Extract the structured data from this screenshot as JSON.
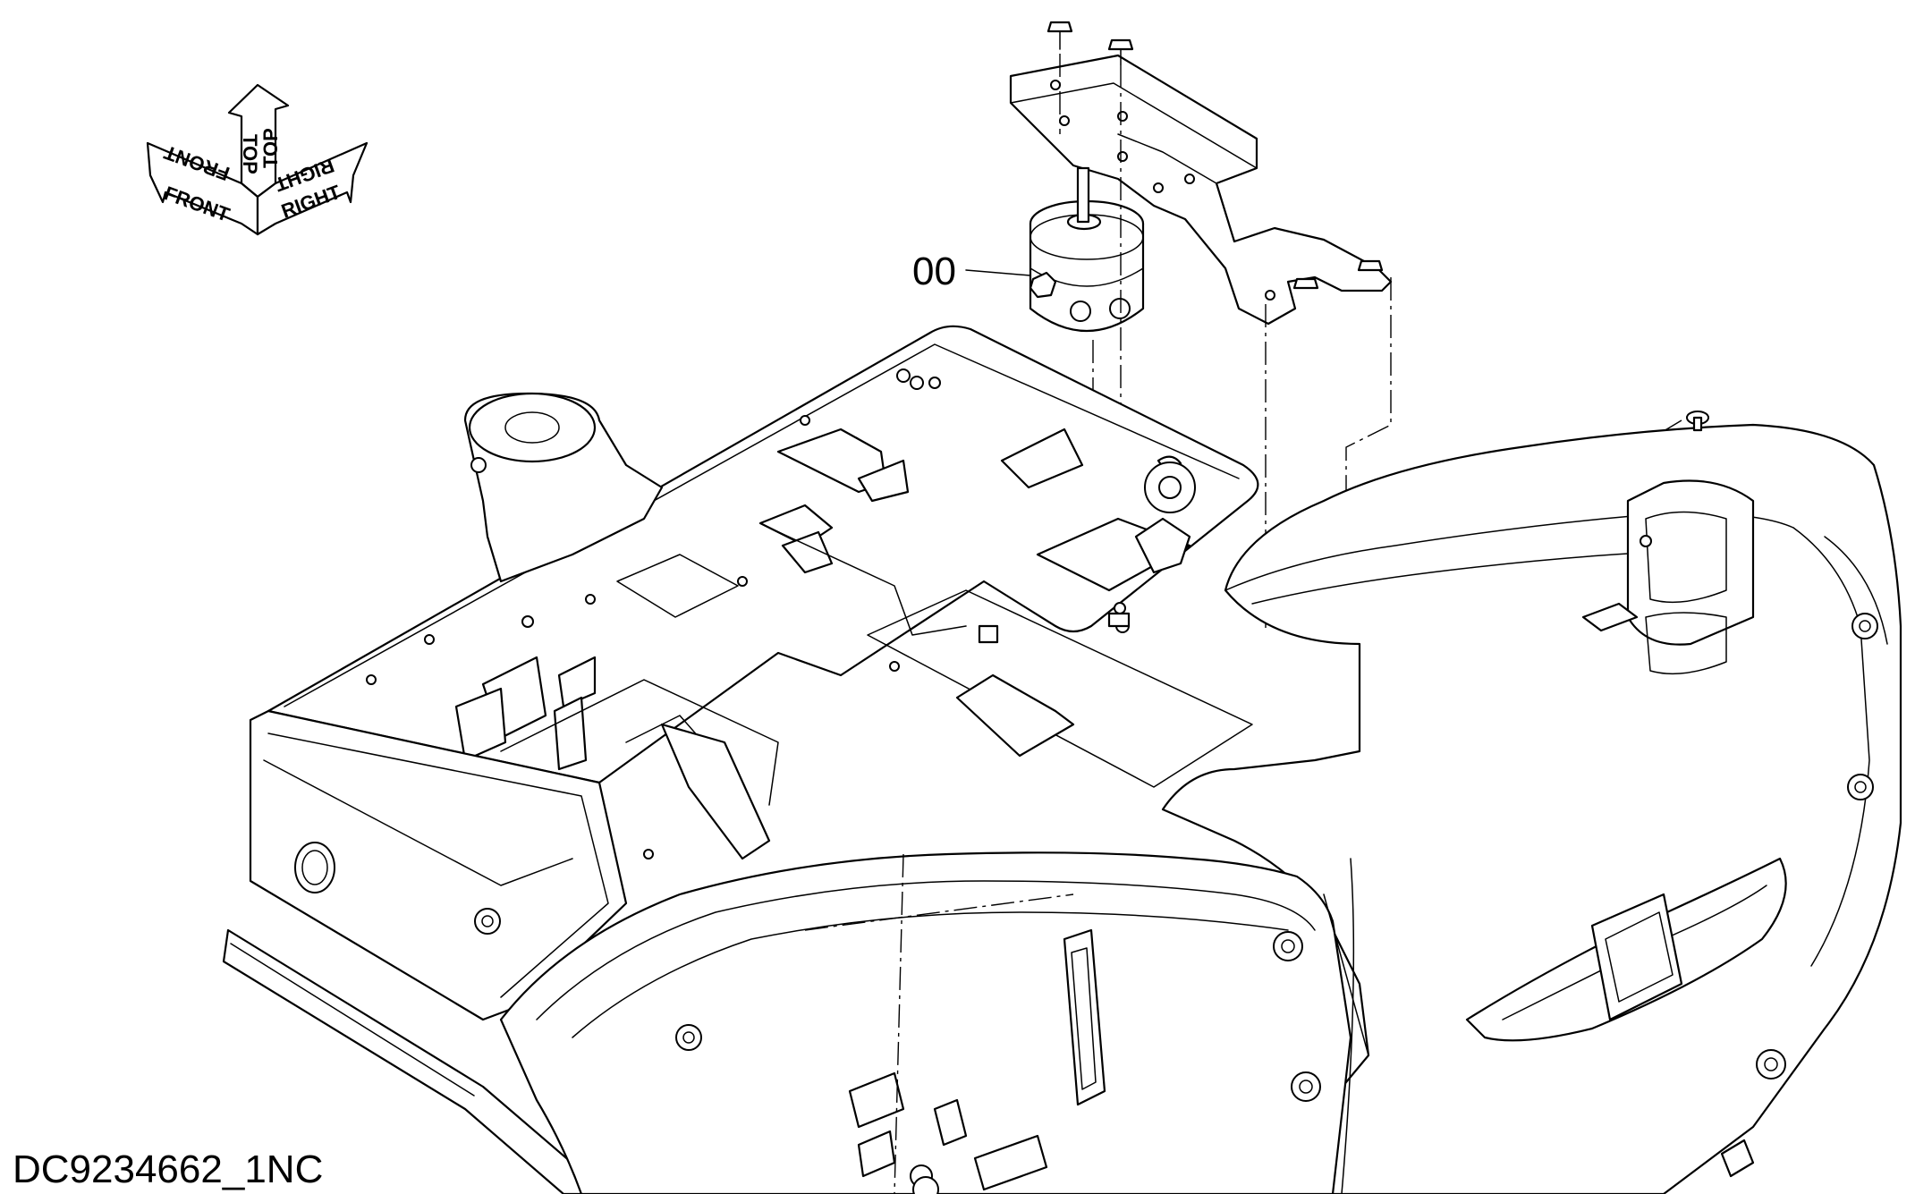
{
  "orientation": {
    "front_label": "FRONT",
    "top_label": "TOP",
    "right_label": "RIGHT"
  },
  "callout": {
    "part_number": "00"
  },
  "document": {
    "id": "DC9234662_1NC"
  }
}
